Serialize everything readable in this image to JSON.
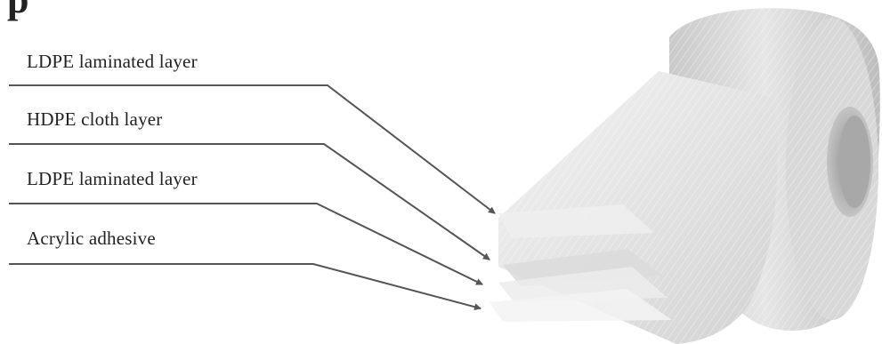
{
  "title_fragment": "p",
  "layers": [
    {
      "label": "LDPE laminated layer"
    },
    {
      "label": "HDPE cloth layer"
    },
    {
      "label": "LDPE laminated layer"
    },
    {
      "label": "Acrylic adhesive"
    }
  ],
  "colors": {
    "text": "#222222",
    "leader_line": "#555555",
    "tape": "#d9d9d9"
  }
}
